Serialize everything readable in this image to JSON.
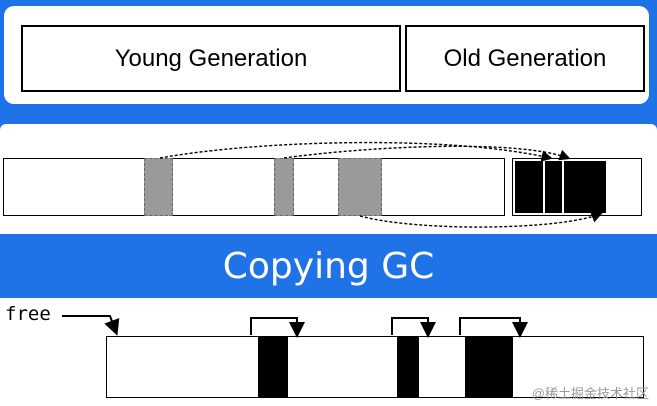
{
  "generations": {
    "young_label": "Young Generation",
    "old_label": "Old Generation"
  },
  "title": "Copying GC",
  "free_label": "free",
  "watermark": "@稀土掘金技术社区"
}
